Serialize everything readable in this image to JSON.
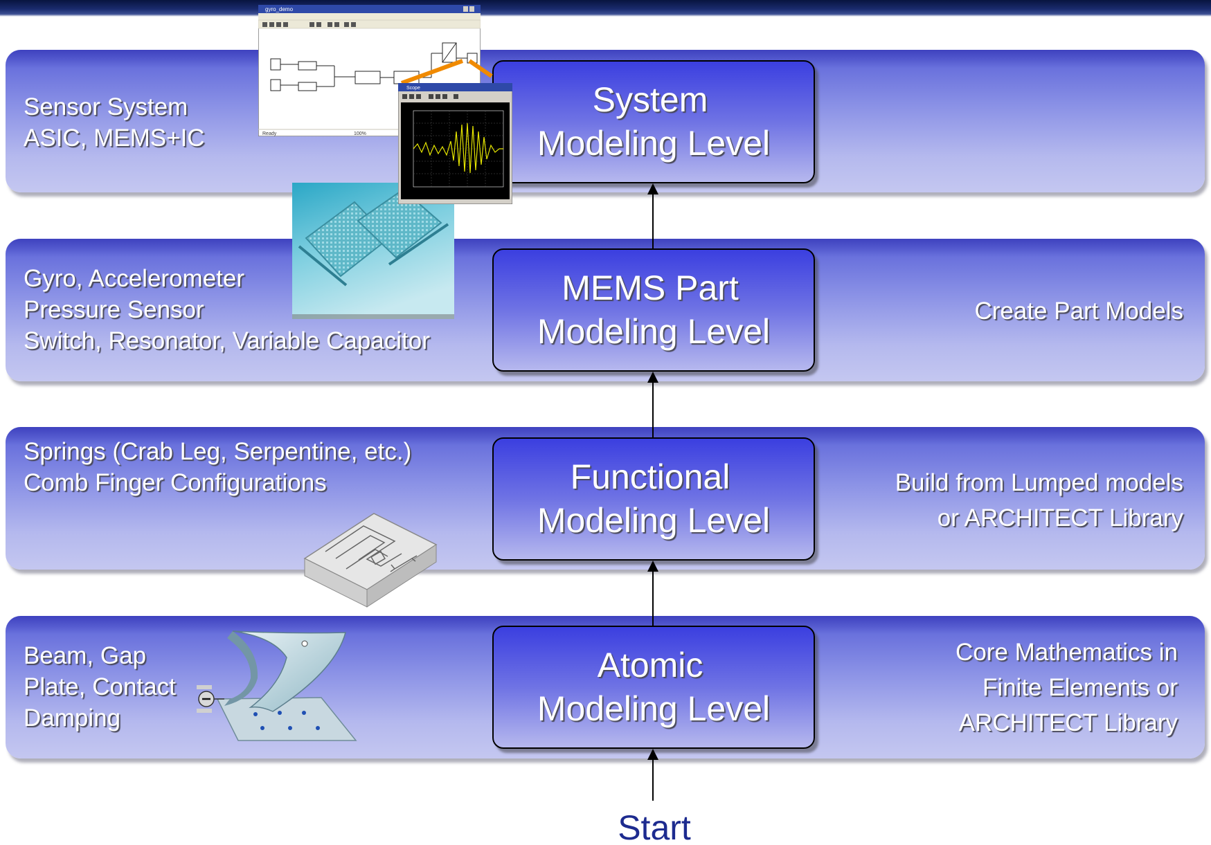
{
  "levels": [
    {
      "line1": "System",
      "line2": "Modeling Level"
    },
    {
      "line1": "MEMS Part",
      "line2": "Modeling Level"
    },
    {
      "line1": "Functional",
      "line2": "Modeling Level"
    },
    {
      "line1": "Atomic",
      "line2": "Modeling Level"
    }
  ],
  "bands": {
    "system": {
      "left": [
        "Sensor System",
        "ASIC, MEMS+IC"
      ]
    },
    "mems_part": {
      "left": [
        "Gyro, Accelerometer",
        "Pressure Sensor",
        "Switch, Resonator, Variable Capacitor"
      ],
      "right": [
        "Create Part Models"
      ]
    },
    "functional": {
      "left": [
        "Springs (Crab Leg, Serpentine, etc.)",
        "Comb Finger Configurations"
      ],
      "right": [
        "Build from Lumped models",
        "or ARCHITECT Library"
      ]
    },
    "atomic": {
      "left": [
        "Beam, Gap",
        "Plate, Contact",
        "Damping"
      ],
      "right": [
        "Core Mathematics in",
        "Finite Elements or",
        "ARCHITECT Library"
      ]
    }
  },
  "start_label": "Start",
  "illustrations": {
    "simulink": {
      "window_title": "gyro_demo",
      "status": "Ready",
      "zoom": "100%"
    },
    "scope": {
      "window_title": "Scope"
    }
  },
  "colors": {
    "band_top": "#5a62d8",
    "band_bottom": "#c4c7f0",
    "box_top": "#3b3fe0",
    "start_text": "#1d2b8f",
    "highlight_lines": "#f08a00"
  }
}
